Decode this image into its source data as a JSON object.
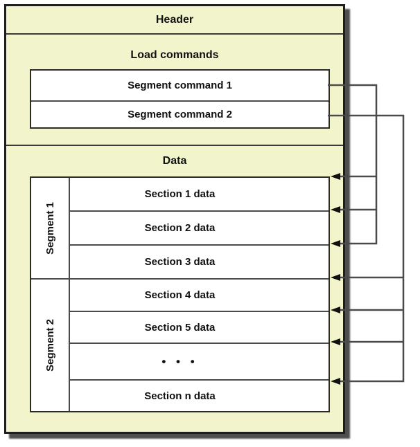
{
  "diagram": {
    "title_hint": "File layout diagram",
    "header": {
      "label": "Header"
    },
    "load_commands": {
      "label": "Load commands",
      "items": [
        {
          "label": "Segment command 1"
        },
        {
          "label": "Segment command 2"
        }
      ]
    },
    "data_section": {
      "label": "Data",
      "segments": [
        {
          "label": "Segment 1",
          "sections": [
            {
              "label": "Section 1 data"
            },
            {
              "label": "Section 2 data"
            },
            {
              "label": "Section 3 data"
            }
          ]
        },
        {
          "label": "Segment 2",
          "sections": [
            {
              "label": "Section 4 data"
            },
            {
              "label": "Section 5 data"
            },
            {
              "label": "• • •"
            },
            {
              "label": "Section n data"
            }
          ]
        }
      ]
    },
    "icons": {
      "arrowheads": "arrow-left-icon x7, pointing from segment commands to section data"
    },
    "colors": {
      "box_fill": "#f2f5cb",
      "box_border": "#1e1e1e",
      "inner_line": "#4a4a4a",
      "connector_line": "#4a4a4a",
      "arrow_fill": "#111111",
      "shadow": "#4e4e4e",
      "cell_fill": "#ffffff",
      "text": "#111111"
    }
  }
}
